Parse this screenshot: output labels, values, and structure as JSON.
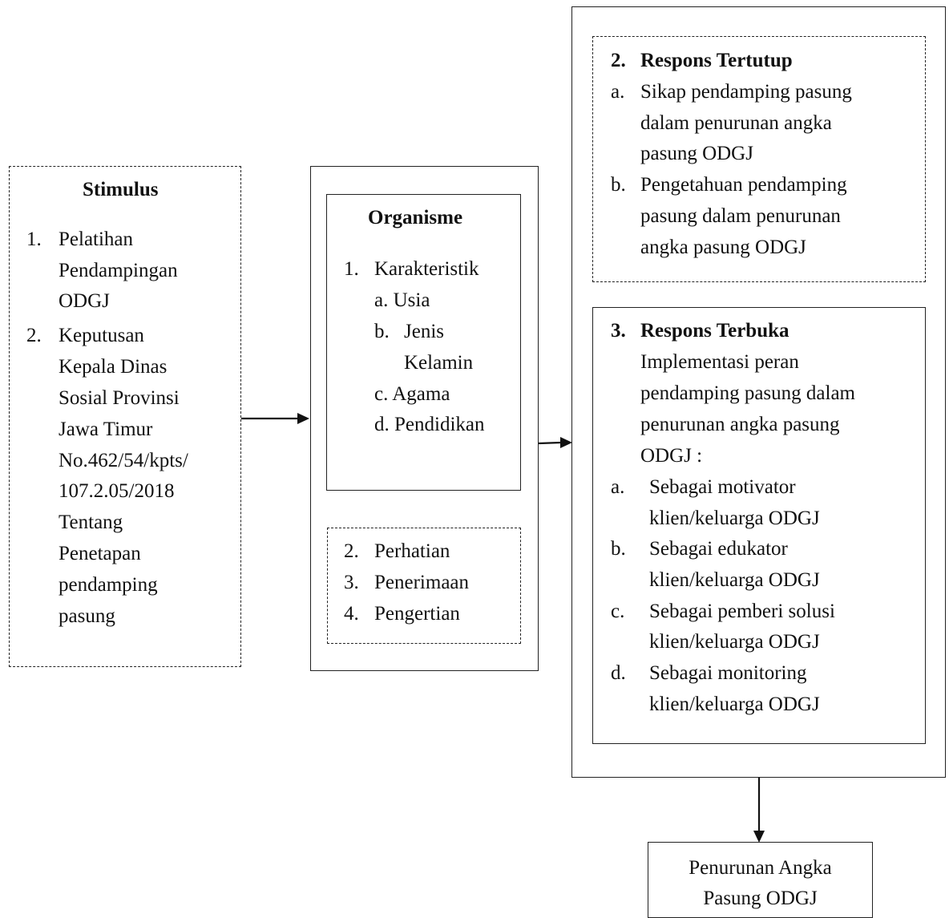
{
  "stimulus": {
    "title": "Stimulus",
    "item1": {
      "num": "1.",
      "lines": [
        "Pelatihan",
        "Pendampingan",
        "ODGJ"
      ]
    },
    "item2": {
      "num": "2.",
      "lines": [
        "Keputusan",
        "Kepala Dinas",
        "Sosial Provinsi",
        "Jawa Timur",
        "No.462/54/kpts/",
        "107.2.05/2018",
        "Tentang",
        "Penetapan",
        "pendamping",
        "pasung"
      ]
    }
  },
  "organisme": {
    "title": "Organisme",
    "karakteristik": {
      "num": "1.",
      "label": "Karakteristik",
      "usia": "a. Usia",
      "jenis_b": "b.",
      "jenis_1": "Jenis",
      "jenis_2": "Kelamin",
      "agama": "c. Agama",
      "pendidikan": "d. Pendidikan"
    },
    "others": [
      {
        "num": "2.",
        "label": "Perhatian"
      },
      {
        "num": "3.",
        "label": "Penerimaan"
      },
      {
        "num": "4.",
        "label": "Pengertian"
      }
    ]
  },
  "respons_tertutup": {
    "num": "2.",
    "title": "Respons Tertutup",
    "a": {
      "letter": "a.",
      "lines": [
        "Sikap pendamping pasung",
        "dalam penurunan angka",
        "pasung ODGJ"
      ]
    },
    "b": {
      "letter": "b.",
      "lines": [
        "Pengetahuan pendamping",
        "pasung  dalam penurunan",
        "angka pasung  ODGJ"
      ]
    }
  },
  "respons_terbuka": {
    "num": "3.",
    "title": "Respons Terbuka",
    "intro": [
      "Implementasi peran",
      "pendamping pasung dalam",
      "penurunan angka pasung",
      "ODGJ :"
    ],
    "items": [
      {
        "letter": "a.",
        "lines": [
          "Sebagai motivator",
          "klien/keluarga ODGJ"
        ]
      },
      {
        "letter": "b.",
        "lines": [
          "Sebagai edukator",
          "klien/keluarga ODGJ"
        ]
      },
      {
        "letter": "c.",
        "lines": [
          "Sebagai pemberi solusi",
          "klien/keluarga ODGJ"
        ]
      },
      {
        "letter": "d.",
        "lines": [
          "Sebagai monitoring",
          "klien/keluarga ODGJ"
        ]
      }
    ]
  },
  "outcome": {
    "lines": [
      "Penurunan Angka",
      "Pasung ODGJ"
    ]
  }
}
